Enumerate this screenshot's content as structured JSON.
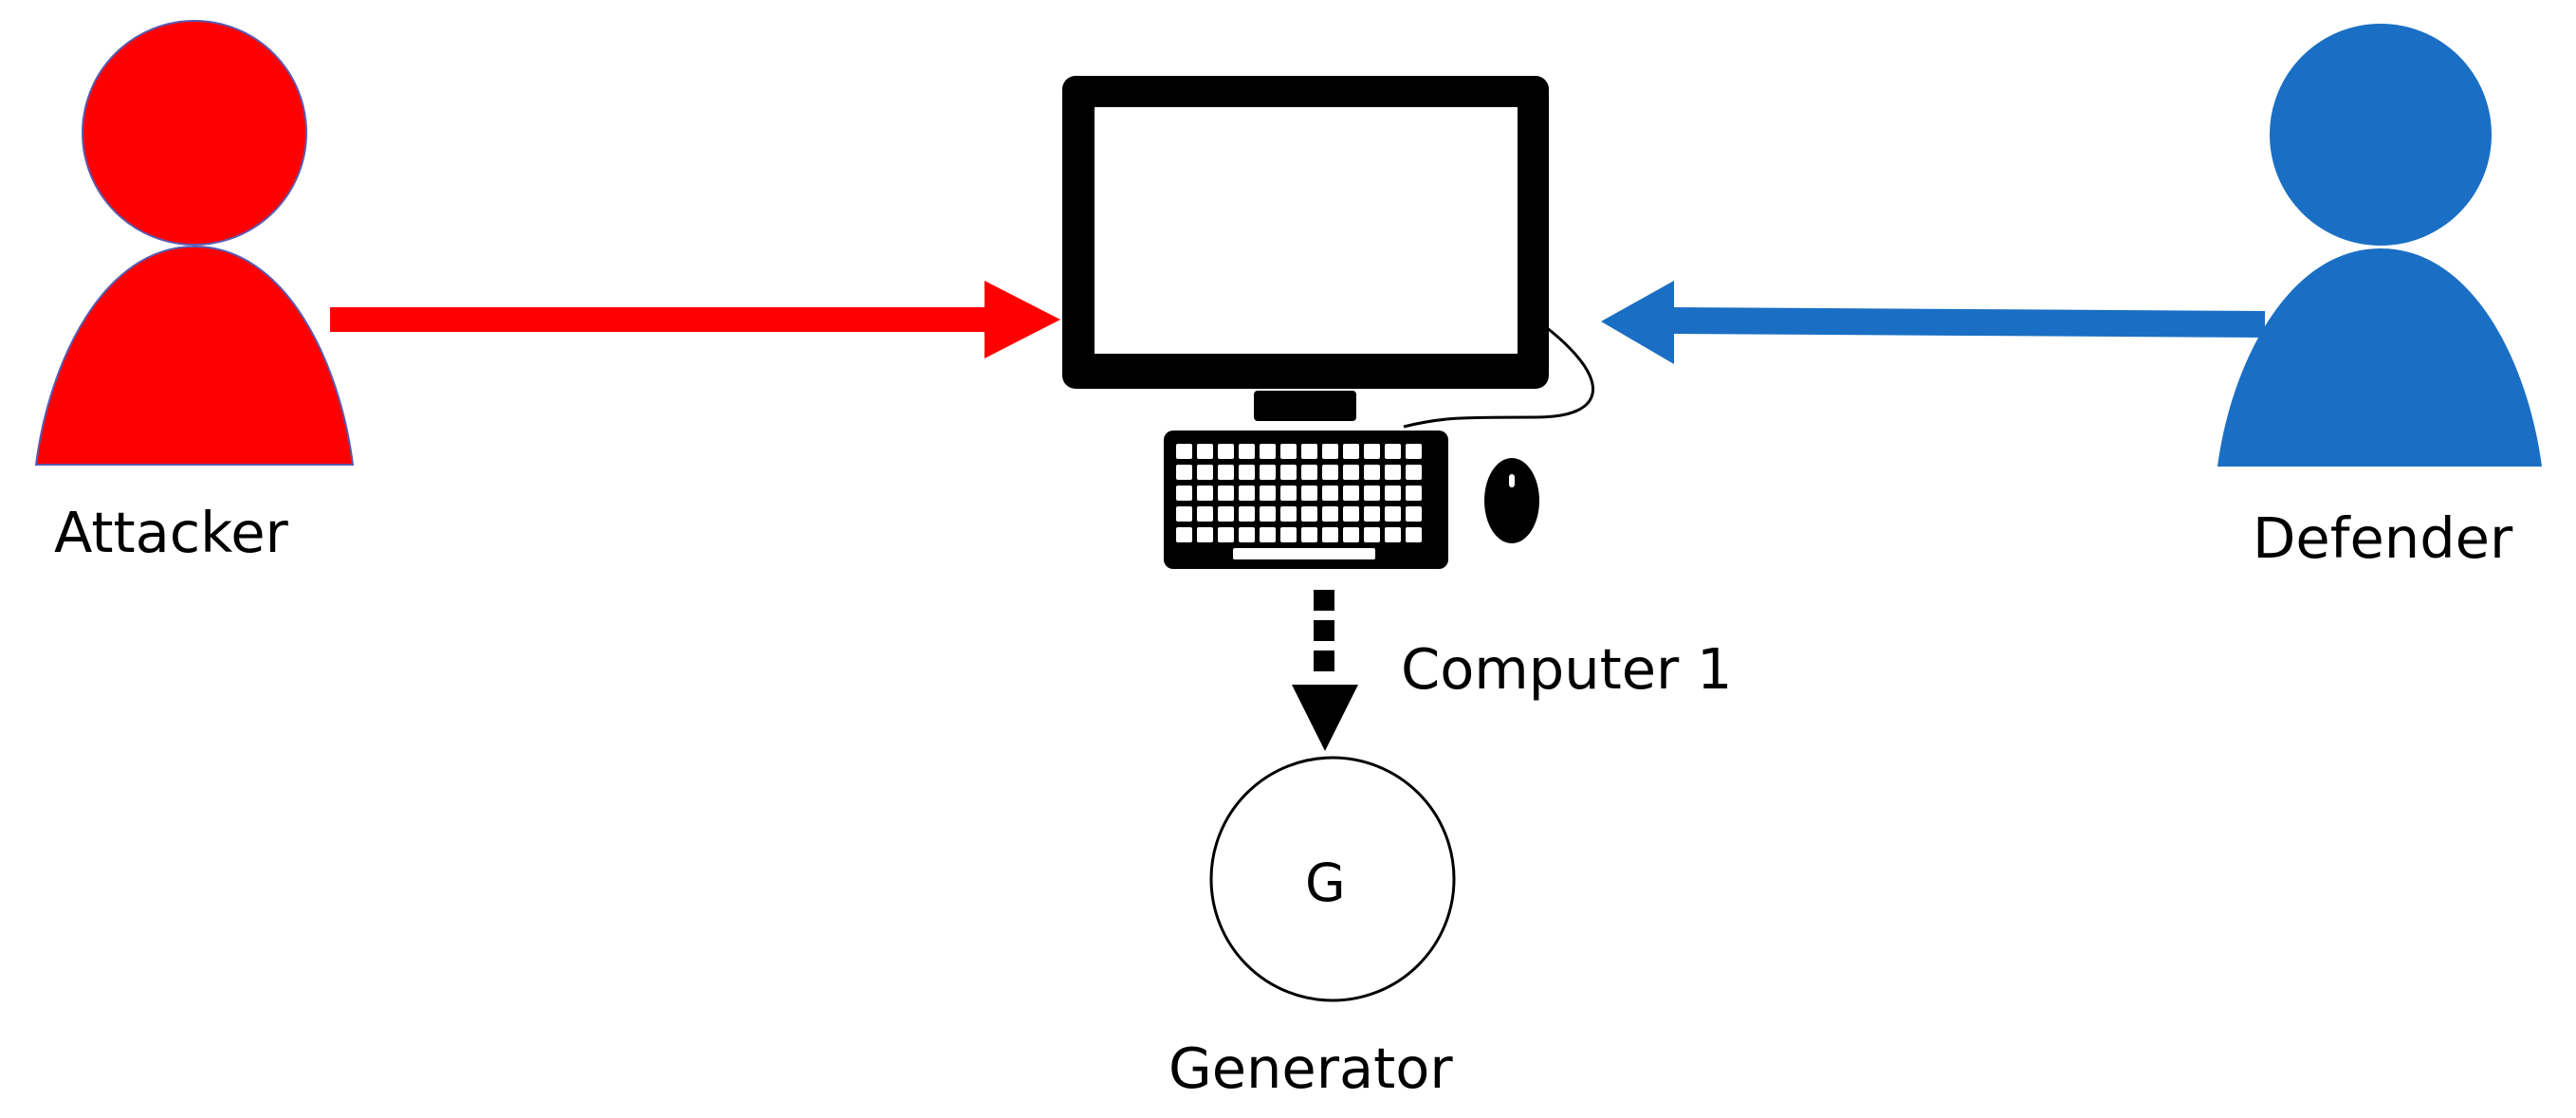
{
  "nodes": {
    "attacker": {
      "label": "Attacker",
      "color": "#ff0000",
      "icon": "person-icon"
    },
    "defender": {
      "label": "Defender",
      "color": "#1a6fc4",
      "icon": "person-icon"
    },
    "computer": {
      "label": "Computer 1",
      "icon": "computer-icon"
    },
    "generator": {
      "label": "Generator",
      "symbol": "G",
      "icon": "circle-icon"
    }
  },
  "edges": [
    {
      "from": "attacker",
      "to": "computer",
      "style": "solid",
      "color": "#ff0000"
    },
    {
      "from": "defender",
      "to": "computer",
      "style": "solid",
      "color": "#1a6fc4"
    },
    {
      "from": "computer",
      "to": "generator",
      "style": "dashed",
      "color": "#000000"
    }
  ]
}
